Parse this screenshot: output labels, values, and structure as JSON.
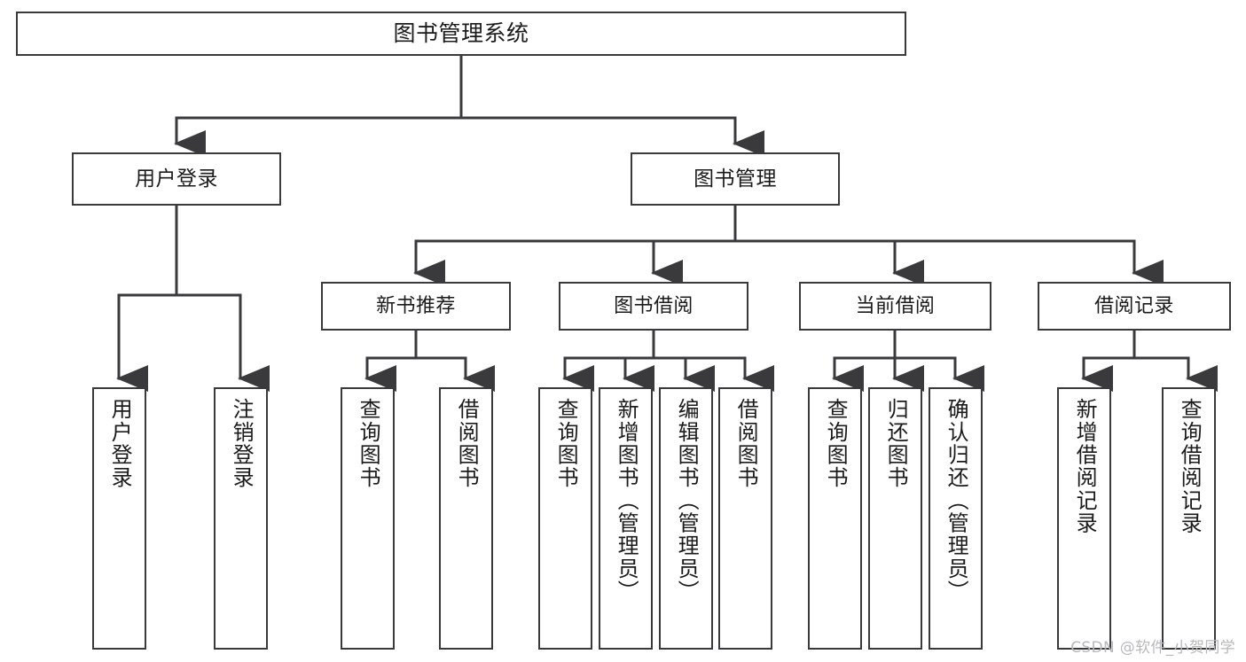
{
  "diagram": {
    "title": "图书管理系统",
    "type": "tree",
    "root": {
      "id": "root",
      "label": "图书管理系统"
    },
    "level2": [
      {
        "id": "user-login",
        "label": "用户登录"
      },
      {
        "id": "book-mgmt",
        "label": "图书管理"
      }
    ],
    "level3": [
      {
        "id": "new-book",
        "label": "新书推荐",
        "parent": "book-mgmt"
      },
      {
        "id": "borrow",
        "label": "图书借阅",
        "parent": "book-mgmt"
      },
      {
        "id": "current",
        "label": "当前借阅",
        "parent": "book-mgmt"
      },
      {
        "id": "record",
        "label": "借阅记录",
        "parent": "book-mgmt"
      }
    ],
    "leaves": [
      {
        "id": "leaf-1",
        "label": "用户登录",
        "parent": "user-login"
      },
      {
        "id": "leaf-2",
        "label": "注销登录",
        "parent": "user-login"
      },
      {
        "id": "leaf-3",
        "label": "查询图书",
        "parent": "new-book"
      },
      {
        "id": "leaf-4",
        "label": "借阅图书",
        "parent": "new-book"
      },
      {
        "id": "leaf-5",
        "label": "查询图书",
        "parent": "borrow"
      },
      {
        "id": "leaf-6",
        "label": "新增图书（管理员）",
        "parent": "borrow"
      },
      {
        "id": "leaf-7",
        "label": "编辑图书（管理员）",
        "parent": "borrow"
      },
      {
        "id": "leaf-8",
        "label": "借阅图书",
        "parent": "borrow"
      },
      {
        "id": "leaf-9",
        "label": "查询图书",
        "parent": "current"
      },
      {
        "id": "leaf-10",
        "label": "归还图书",
        "parent": "current"
      },
      {
        "id": "leaf-11",
        "label": "确认归还（管理员）",
        "parent": "current"
      },
      {
        "id": "leaf-12",
        "label": "新增借阅记录",
        "parent": "record"
      },
      {
        "id": "leaf-13",
        "label": "查询借阅记录",
        "parent": "record"
      }
    ],
    "colors": {
      "box_border": "#3a3a3c",
      "box_fill": "#ffffff",
      "text": "#1b1b1b",
      "connector": "#3a3a3c",
      "watermark": "#b9b9bb",
      "background": "#ffffff"
    }
  },
  "watermark": {
    "text": "CSDN @软件_小贺同学"
  }
}
